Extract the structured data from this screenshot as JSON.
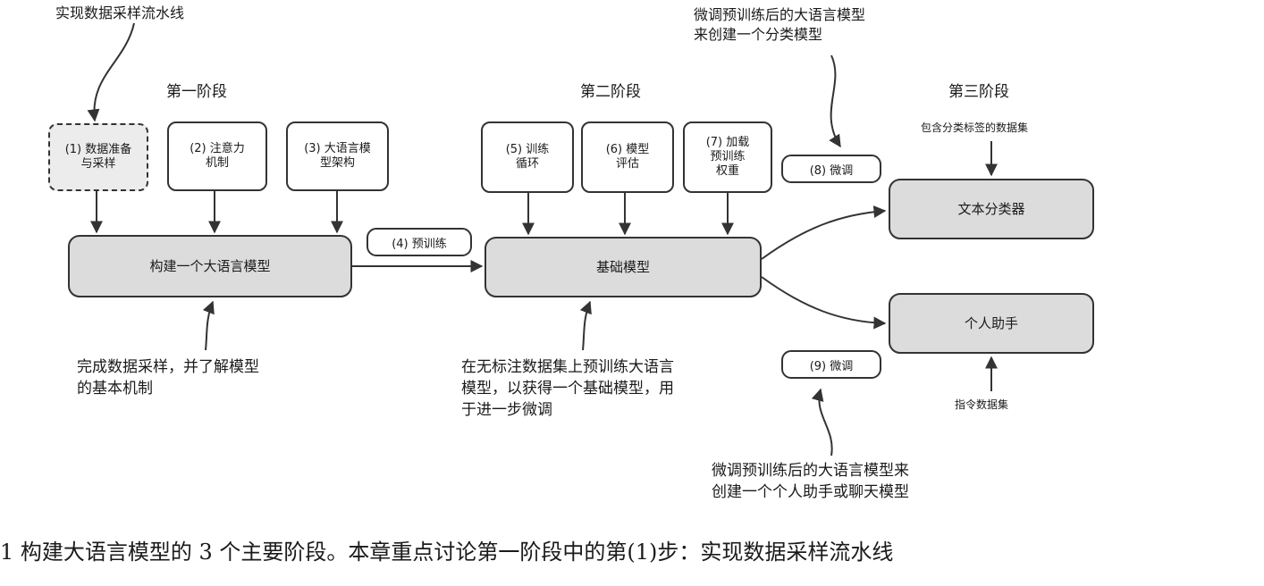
{
  "callout_top_left": "实现数据采样流水线",
  "callout_top_right": "微调预训练后的大语言模型\n来创建一个分类模型",
  "stages": {
    "stage1": "第一阶段",
    "stage2": "第二阶段",
    "stage3": "第三阶段"
  },
  "steps": {
    "s1": "(1) 数据准备\n与采样",
    "s2": "(2) 注意力\n机制",
    "s3": "(3) 大语言模\n型架构",
    "s4": "(4) 预训练",
    "s5": "(5) 训练\n循环",
    "s6": "(6) 模型\n评估",
    "s7": "(7) 加载\n预训练\n权重",
    "s8": "(8) 微调",
    "s9": "(9) 微调"
  },
  "main_boxes": {
    "build_llm": "构建一个大语言模型",
    "foundation": "基础模型",
    "text_classifier": "文本分类器",
    "personal_assistant": "个人助手"
  },
  "datasets": {
    "labeled": "包含分类标签的数据集",
    "instruction": "指令数据集"
  },
  "notes": {
    "stage1_note": "完成数据采样，并了解模型\n的基本机制",
    "stage2_note": "在无标注数据集上预训练大语言\n模型，以获得一个基础模型，用\n于进一步微调",
    "stage3_note": "微调预训练后的大语言模型来\n创建一个个人助手或聊天模型"
  },
  "caption": "1   构建大语言模型的 3 个主要阶段。本章重点讨论第一阶段中的第(1)步：实现数据采样流水线",
  "colors": {
    "box_fill": "#dcdcdc",
    "dashed_fill": "#ececec",
    "line": "#333333"
  }
}
